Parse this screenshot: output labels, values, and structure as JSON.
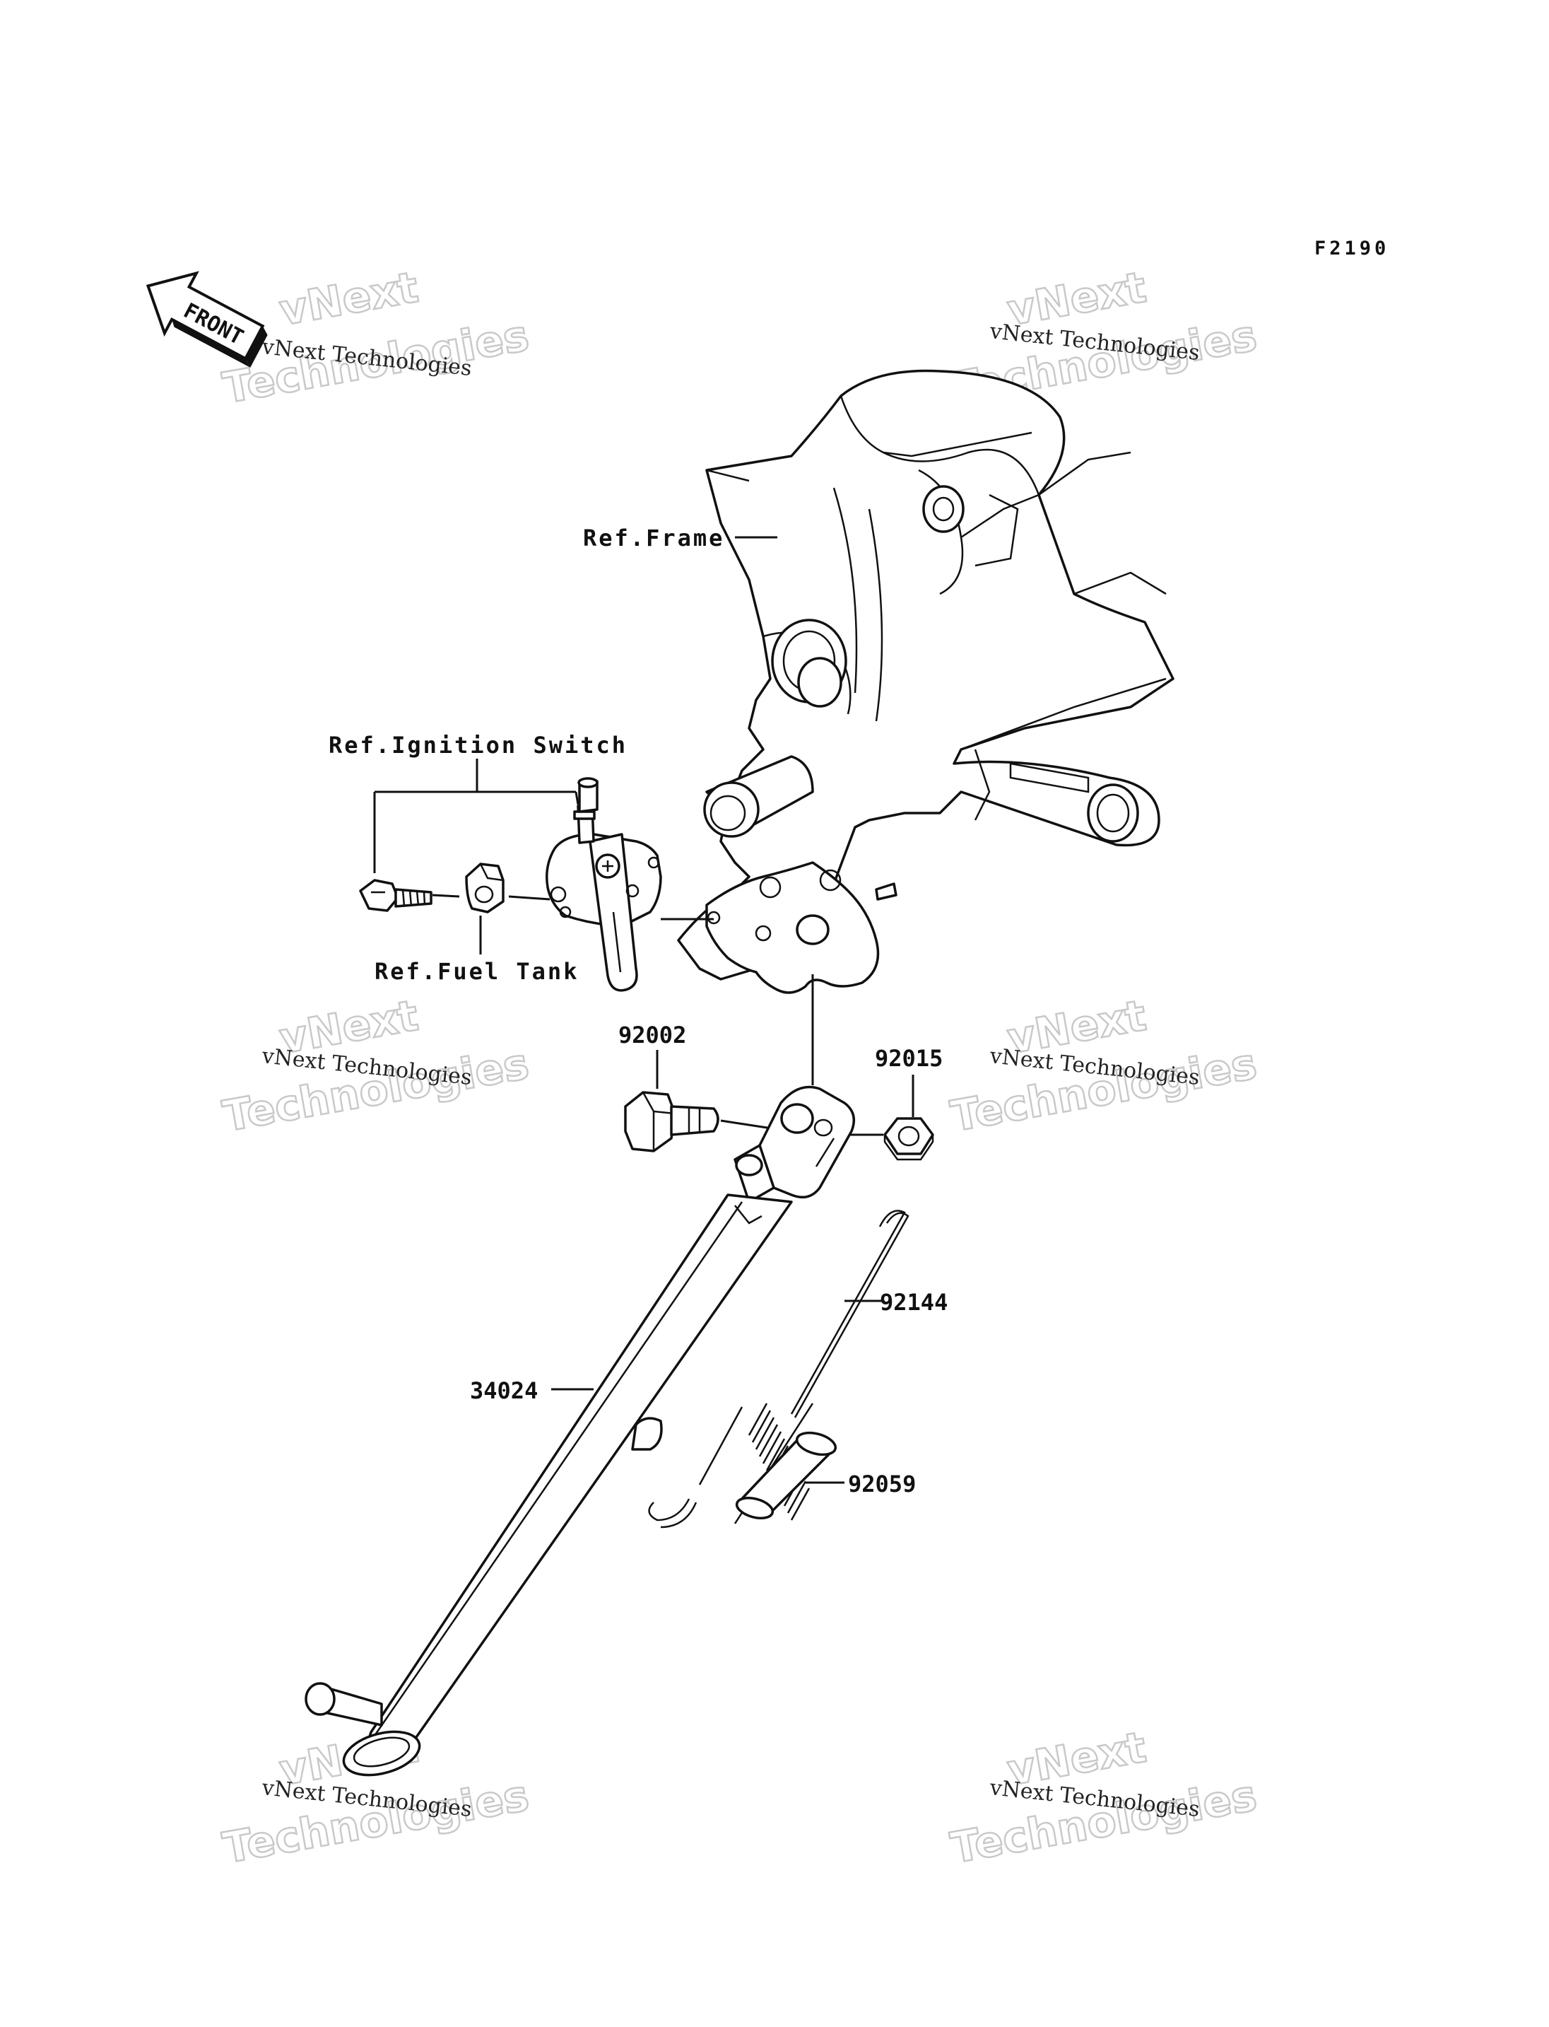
{
  "diagram": {
    "code": "F2190",
    "front_arrow_label": "FRONT",
    "watermark": {
      "line1": "vNext",
      "line2": "Technologies",
      "caption": "vNext Technologies"
    },
    "labels": {
      "ref_frame": "Ref.Frame",
      "ref_ignition_switch": "Ref.Ignition Switch",
      "ref_fuel_tank": "Ref.Fuel Tank",
      "p92002": "92002",
      "p92015": "92015",
      "p92144": "92144",
      "p34024": "34024",
      "p92059": "92059"
    }
  }
}
